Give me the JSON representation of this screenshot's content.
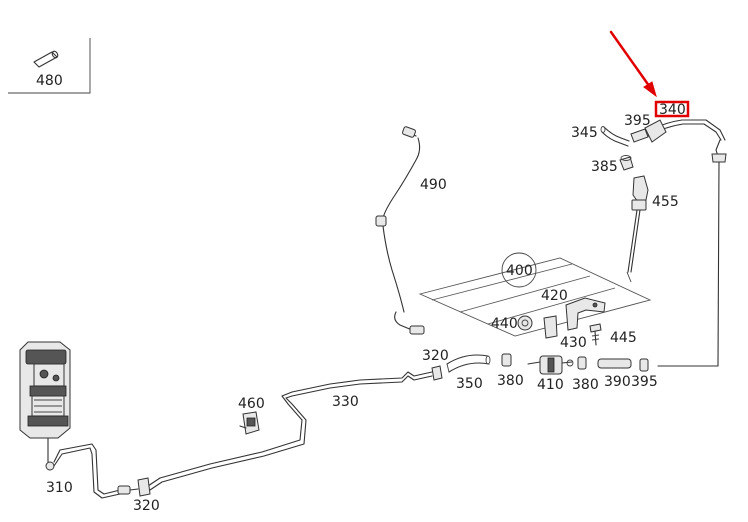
{
  "diagram": {
    "highlight_color": "#e00000",
    "labels": {
      "p480": "480",
      "p490": "490",
      "p400": "400",
      "p420": "420",
      "p440": "440",
      "p430": "430",
      "p445": "445",
      "p455": "455",
      "p385": "385",
      "p345": "345",
      "p395a": "395",
      "p340": "340",
      "p320a": "320",
      "p350": "350",
      "p380a": "380",
      "p410": "410",
      "p380b": "380",
      "p390": "390",
      "p395b": "395",
      "p460": "460",
      "p330": "330",
      "p310": "310",
      "p320b": "320"
    }
  }
}
